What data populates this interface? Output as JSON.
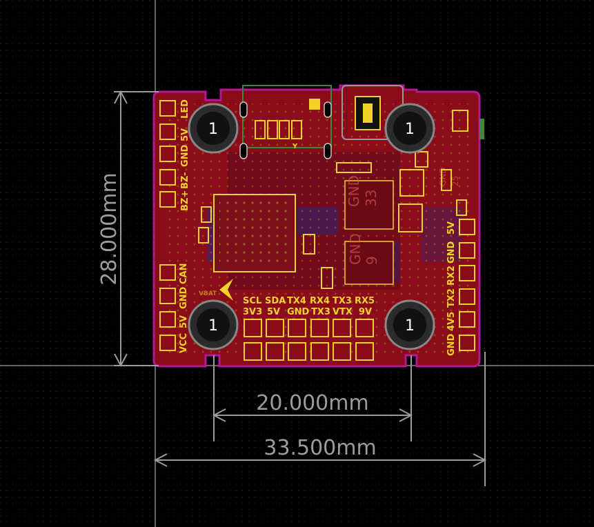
{
  "colors": {
    "background": "#000000",
    "board_fill": "#8a0c18",
    "board_outline": "#b4189a",
    "copper_inner": "#1a2a8a",
    "silkscreen": "#f2d22a",
    "dimension": "#9c9c9c",
    "guide_line": "#c8c8c8"
  },
  "dimensions": {
    "height": "28.000mm",
    "inner_width": "20.000mm",
    "outer_width": "33.500mm"
  },
  "mounting_holes": {
    "label": "1"
  },
  "left_header": {
    "top_labels": [
      "LED",
      "5V",
      "GND",
      "BZ-",
      "BZ+"
    ],
    "bottom_labels": [
      "CAN",
      "GND",
      "5V",
      "VCC"
    ]
  },
  "bottom_header": {
    "row1": [
      "SCL",
      "SDA",
      "TX4",
      "RX4",
      "TX3",
      "RX5"
    ],
    "row2": [
      "3V3",
      "5V",
      "GND",
      "TX3",
      "VTX",
      "9V"
    ]
  },
  "right_header": {
    "labels": [
      "5V",
      "GND",
      "RX2",
      "TX2",
      "4V5",
      "GND"
    ]
  },
  "chip_labels": {
    "gnd_33": "GND",
    "num_33": "33",
    "gnd_9": "GND",
    "num_9": "9",
    "gnd_25": "GND",
    "num_25": "25",
    "vbat": "VBAT",
    "y_mark": "Y"
  }
}
